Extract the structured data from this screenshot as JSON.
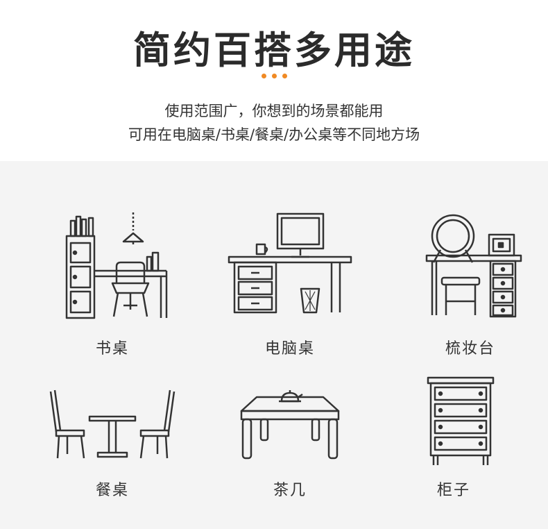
{
  "header": {
    "title": "简约百搭多用途",
    "subtitle_line1": "使用范围广，你想到的场景都能用",
    "subtitle_line2": "可用在电脑桌/书桌/餐桌/办公桌等不同地方场"
  },
  "accent_color": "#f08a24",
  "items": [
    {
      "label": "书桌",
      "icon": "desk-with-shelf-icon"
    },
    {
      "label": "电脑桌",
      "icon": "computer-desk-icon"
    },
    {
      "label": "梳妆台",
      "icon": "dressing-table-icon"
    },
    {
      "label": "餐桌",
      "icon": "dining-table-icon"
    },
    {
      "label": "茶几",
      "icon": "coffee-table-icon"
    },
    {
      "label": "柜子",
      "icon": "cabinet-icon"
    }
  ]
}
